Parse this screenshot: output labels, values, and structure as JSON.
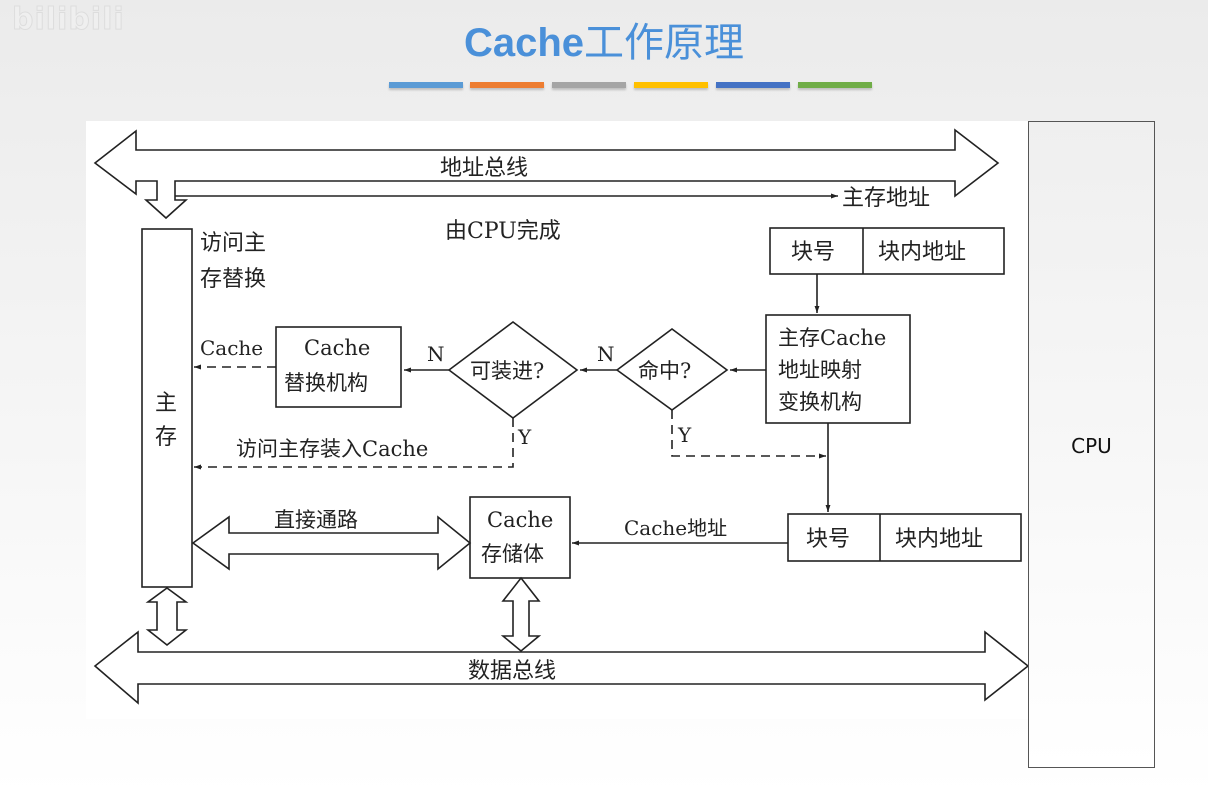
{
  "watermark": "bilibili",
  "title": {
    "latin": "Cache",
    "cjk": "工作原理"
  },
  "title_color": "#4a90d9",
  "divider_colors": [
    "#5b9bd5",
    "#ed7d31",
    "#a5a5a5",
    "#ffc000",
    "#4472c4",
    "#70ad47"
  ],
  "diagram": {
    "address_bus": "地址总线",
    "main_memory_address": "主存地址",
    "by_cpu": "由CPU完成",
    "access_main_replace": [
      "访问主",
      "存替换"
    ],
    "main_memory": [
      "主",
      "存"
    ],
    "addr_top": {
      "block_no": "块号",
      "offset": "块内地址"
    },
    "mapping_unit": [
      "主存Cache",
      "地址映射",
      "变换机构"
    ],
    "hit_decision": "命中?",
    "loadable_decision": "可装进?",
    "no_label": "N",
    "yes_label": "Y",
    "replace_unit": [
      "Cache",
      "替换机构"
    ],
    "cache_out_label": "Cache",
    "load_cache_label": "访问主存装入Cache",
    "direct_path": "直接通路",
    "cache_storage": [
      "Cache",
      "存储体"
    ],
    "cache_address": "Cache地址",
    "addr_bottom": {
      "block_no": "块号",
      "offset": "块内地址"
    },
    "data_bus": "数据总线"
  },
  "cpu": {
    "label": "CPU"
  }
}
